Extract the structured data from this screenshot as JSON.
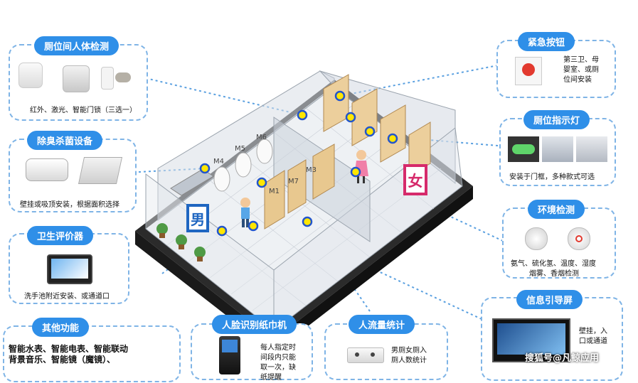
{
  "panels": {
    "body_detect": {
      "title": "厕位间人体检测",
      "caption": "红外、激光、智能门锁（三选一）"
    },
    "deodorize": {
      "title": "除臭杀菌设备",
      "caption": "壁挂或吸顶安装，根据面积选择"
    },
    "hygiene": {
      "title": "卫生评价器",
      "caption": "洗手池附近安装、或通道口"
    },
    "other": {
      "title": "其他功能",
      "line1": "智能水表、智能电表、智能联动",
      "line2": "背景音乐、智能镜（魔镜）、"
    },
    "face_paper": {
      "title": "人脸识别纸巾机",
      "line1": "每人指定时",
      "line2": "间段内只能",
      "line3": "取一次，缺",
      "line4": "纸提醒"
    },
    "flow": {
      "title": "人流量统计",
      "line1": "男厕女厕入",
      "line2": "厕人数统计"
    },
    "emergency": {
      "title": "紧急按钮",
      "line1": "第三卫、母",
      "line2": "婴室、或厕",
      "line3": "位间安装"
    },
    "indicator": {
      "title": "厕位指示灯",
      "caption": "安装于门框，多种款式可选"
    },
    "environment": {
      "title": "环境检测",
      "line1": "氨气、硫化氢、温度、湿度",
      "line2": "烟雾、香烟检测"
    },
    "guide": {
      "title": "信息引导屏",
      "line1": "壁挂，入",
      "line2": "口或通道"
    }
  },
  "stalls": {
    "m1": "M1",
    "m3": "M3",
    "m4": "M4",
    "m5": "M5",
    "m6": "M6",
    "m7": "M7"
  },
  "signs": {
    "male": "男",
    "female": "女"
  },
  "watermark": "搜狐号@凡鲸应用",
  "colors": {
    "accent": "#2f8fe8",
    "dashed": "#7fb4e6",
    "marker": "#ffe600"
  }
}
